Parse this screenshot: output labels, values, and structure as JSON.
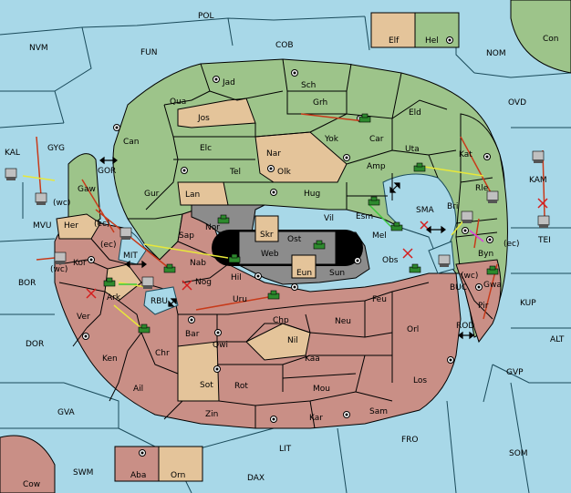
{
  "labels": {
    "POL": "POL",
    "NVM": "NVM",
    "FUN": "FUN",
    "COB": "COB",
    "NOM": "NOM",
    "Con": "Con",
    "Elf": "Elf",
    "Hel": "Hel",
    "OVD": "OVD",
    "KAL": "KAL",
    "GYG": "GYG",
    "MVU": "MVU",
    "wc1": "(wc)",
    "GOR": "GOR",
    "KAM": "KAM",
    "TEI": "TEI",
    "SMA": "SMA",
    "BOR": "BOR",
    "MIT": "MIT",
    "RBU": "RBU",
    "BUC": "BUC",
    "KUP": "KUP",
    "ROD": "ROD",
    "ALT": "ALT",
    "DOR": "DOR",
    "GVP": "GVP",
    "GVA": "GVA",
    "FRO": "FRO",
    "LIT": "LIT",
    "SOM": "SOM",
    "SWM": "SWM",
    "DAX": "DAX",
    "Cow": "Cow",
    "Aba": "Aba",
    "Orn": "Orn",
    "Jad": "Jad",
    "Sch": "Sch",
    "Qua": "Qua",
    "Jos": "Jos",
    "Grh": "Grh",
    "Can": "Can",
    "Eld": "Eld",
    "Yok": "Yok",
    "Car": "Car",
    "Nar": "Nar",
    "Elc": "Elc",
    "Uta": "Uta",
    "Tel": "Tel",
    "Olk": "Olk",
    "Amp": "Amp",
    "Kat": "Kat",
    "Gur": "Gur",
    "Lan": "Lan",
    "Hug": "Hug",
    "Rle": "Rle",
    "Gaw": "Gaw",
    "Bri": "Bri",
    "Vil": "Vil",
    "Esm": "Esm",
    "Her": "Her",
    "ec1": "(ec)",
    "Nor": "Nor",
    "Skr": "Skr",
    "Sap": "Sap",
    "Ost": "Ost",
    "Mel": "Mel",
    "Byn": "Byn",
    "ec2": "(ec)",
    "Web": "Web",
    "ec3": "(ec)",
    "Kor": "Kor",
    "wc2": "(wc)",
    "Nab": "Nab",
    "Eun": "Eun",
    "Obs": "Obs",
    "wc3": "(wc)",
    "Sun": "Sun",
    "Hil": "Hil",
    "Nog": "Nog",
    "Ark": "Ark",
    "Gwa": "Gwa",
    "Uru": "Uru",
    "Feu": "Feu",
    "Pir": "Pir",
    "Ver": "Ver",
    "Chp": "Chp",
    "Neu": "Neu",
    "Orl": "Orl",
    "Bar": "Bar",
    "Qwi": "Qwi",
    "Nil": "Nil",
    "Ken": "Ken",
    "Chr": "Chr",
    "Kaa": "Kaa",
    "Los": "Los",
    "Sot": "Sot",
    "Rot": "Rot",
    "Ail": "Ail",
    "Mou": "Mou",
    "Zin": "Zin",
    "Kar": "Kar",
    "Sam": "Sam"
  },
  "colors": {
    "sea": "#a8d8e8",
    "green_power": "#9dc48a",
    "tan_neutral": "#e4c49a",
    "red_power": "#c98f86",
    "grey_impassable": "#8c8c8c",
    "move_order": "#c83a1a",
    "support_order": "#e8e83a",
    "convoy_order": "#e040e0",
    "green_order": "#3cc83c"
  }
}
